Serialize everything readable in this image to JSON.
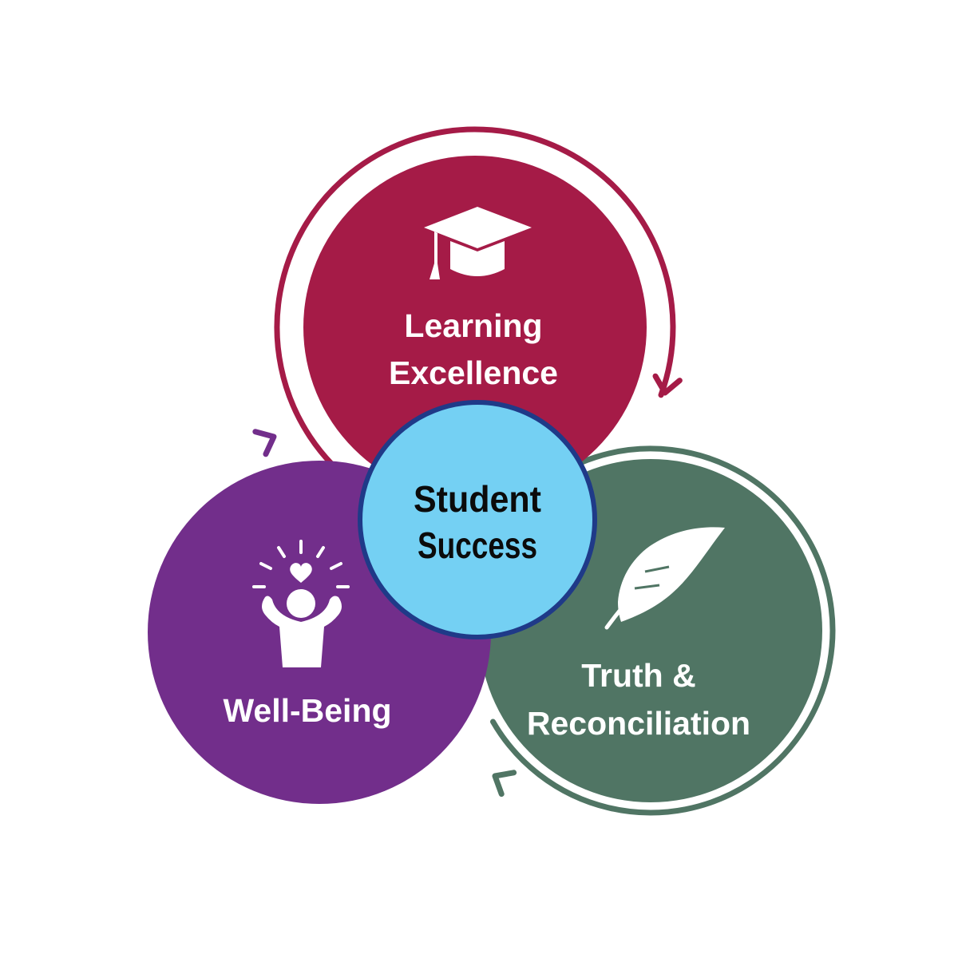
{
  "colors": {
    "learning": "#a51b47",
    "wellbeing": "#722e8b",
    "truth": "#507564",
    "center_fill": "#74d0f3",
    "center_border": "#1f3a88",
    "text_light": "#ffffff",
    "text_dark": "#0b0b0b"
  },
  "learning": {
    "icon": "graduation-cap-icon",
    "line1": "Learning",
    "line2": "Excellence"
  },
  "wellbeing": {
    "icon": "person-heart-icon",
    "line1": "Well-Being"
  },
  "truth": {
    "icon": "feather-icon",
    "line1": "Truth &",
    "line2": "Reconciliation"
  },
  "center": {
    "line1": "Student",
    "line2": "Success"
  }
}
